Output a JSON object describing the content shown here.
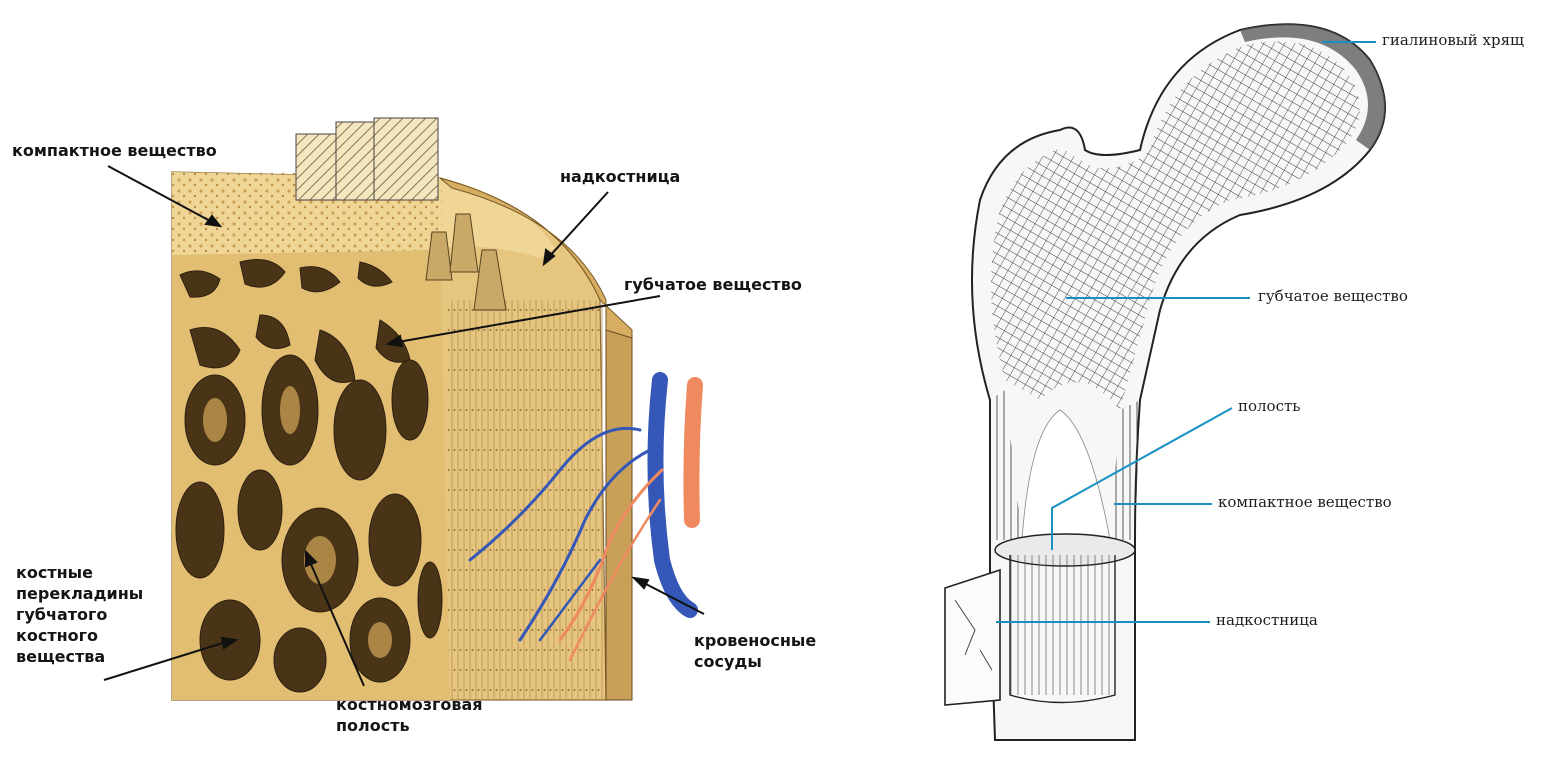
{
  "left_labels": {
    "compact": "компактное вещество",
    "periosteum": "надкостница",
    "spongy": "губчатое вещество",
    "trabeculae": "костные\nперекладины\nгубчатого\nкостного\nвещества",
    "marrow": "костномозговая\nполость",
    "vessels": "кровеносные\nсосуды"
  },
  "right_labels": {
    "cartilage": "гиалиновый хрящ",
    "spongy": "губчатое вещество",
    "cavity": "полость",
    "compact": "компактное вещество",
    "periosteum": "надкостница"
  },
  "colors": {
    "bone_light": "#ecd08e",
    "bone_mid": "#dcb468",
    "bone_dark": "#4a3418",
    "artery": "#ef8a60",
    "vein": "#3557b8",
    "leader_right": "#1a8fc4"
  }
}
